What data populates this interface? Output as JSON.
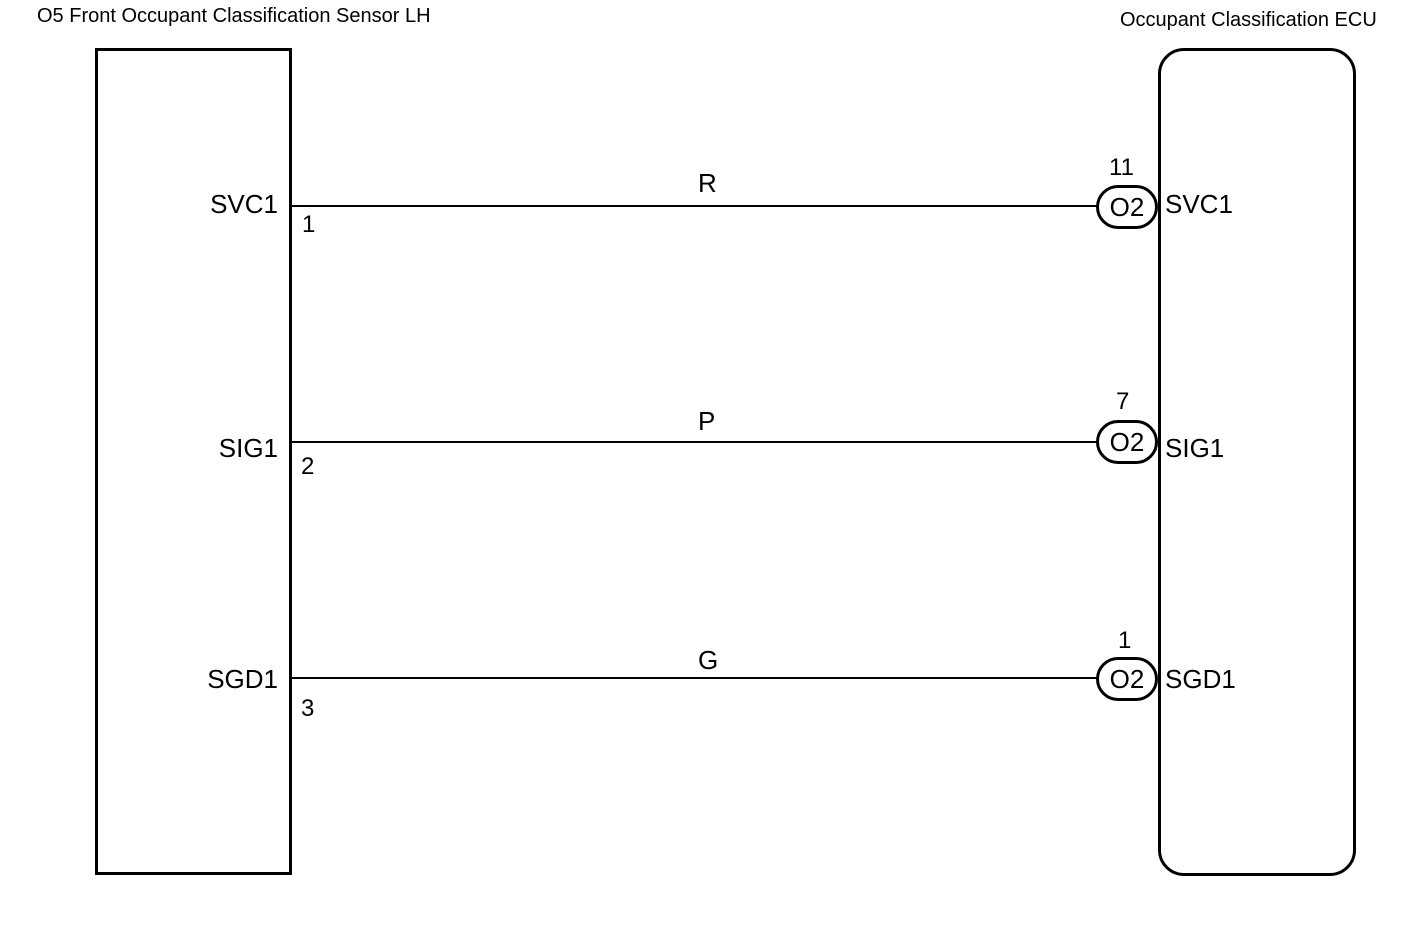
{
  "sensor": {
    "title": "O5 Front Occupant Classification Sensor LH"
  },
  "ecu": {
    "title": "Occupant Classification ECU"
  },
  "circuits": [
    {
      "sensor_pin_name": "SVC1",
      "sensor_pin_number": "1",
      "wire_color": "R",
      "connector": "O2",
      "ecu_pin_number": "11",
      "ecu_pin_name": "SVC1"
    },
    {
      "sensor_pin_name": "SIG1",
      "sensor_pin_number": "2",
      "wire_color": "P",
      "connector": "O2",
      "ecu_pin_number": "7",
      "ecu_pin_name": "SIG1"
    },
    {
      "sensor_pin_name": "SGD1",
      "sensor_pin_number": "3",
      "wire_color": "G",
      "connector": "O2",
      "ecu_pin_number": "1",
      "ecu_pin_name": "SGD1"
    }
  ]
}
